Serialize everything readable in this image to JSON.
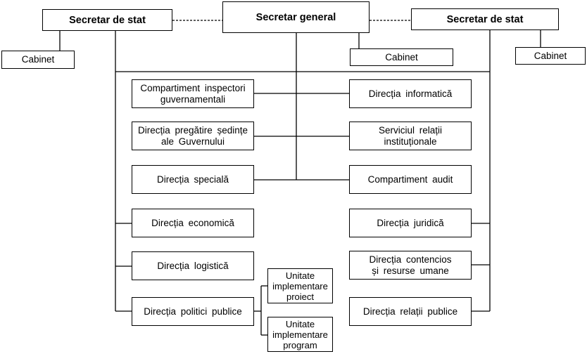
{
  "top": {
    "secretar_general": "Secretar general",
    "secretar_stat_left": "Secretar de stat",
    "secretar_stat_right": "Secretar de stat"
  },
  "cabinets": {
    "left": "Cabinet",
    "center": "Cabinet",
    "right": "Cabinet"
  },
  "left_units": {
    "inspectori": [
      "Compartiment inspectori",
      "guvernamentali"
    ],
    "pregatire": [
      "Direcția pregătire ședințe",
      "ale Guvernului"
    ],
    "speciala": "Direcția specială",
    "economica": "Direcția economică",
    "logistica": "Direcția logistică",
    "politici": "Direcția politici publice"
  },
  "right_units": {
    "informatica": "Direcția informatică",
    "relatii_inst": [
      "Serviciul relații",
      "instituționale"
    ],
    "audit": "Compartiment audit",
    "juridica": "Direcția juridică",
    "contencios": [
      "Direcția contencios",
      "și resurse umane"
    ],
    "relatii_publice": "Direcția relații publice"
  },
  "sub_units": {
    "proiect": [
      "Unitate",
      "implementare",
      "proiect"
    ],
    "program": [
      "Unitate",
      "implementare",
      "program"
    ]
  }
}
